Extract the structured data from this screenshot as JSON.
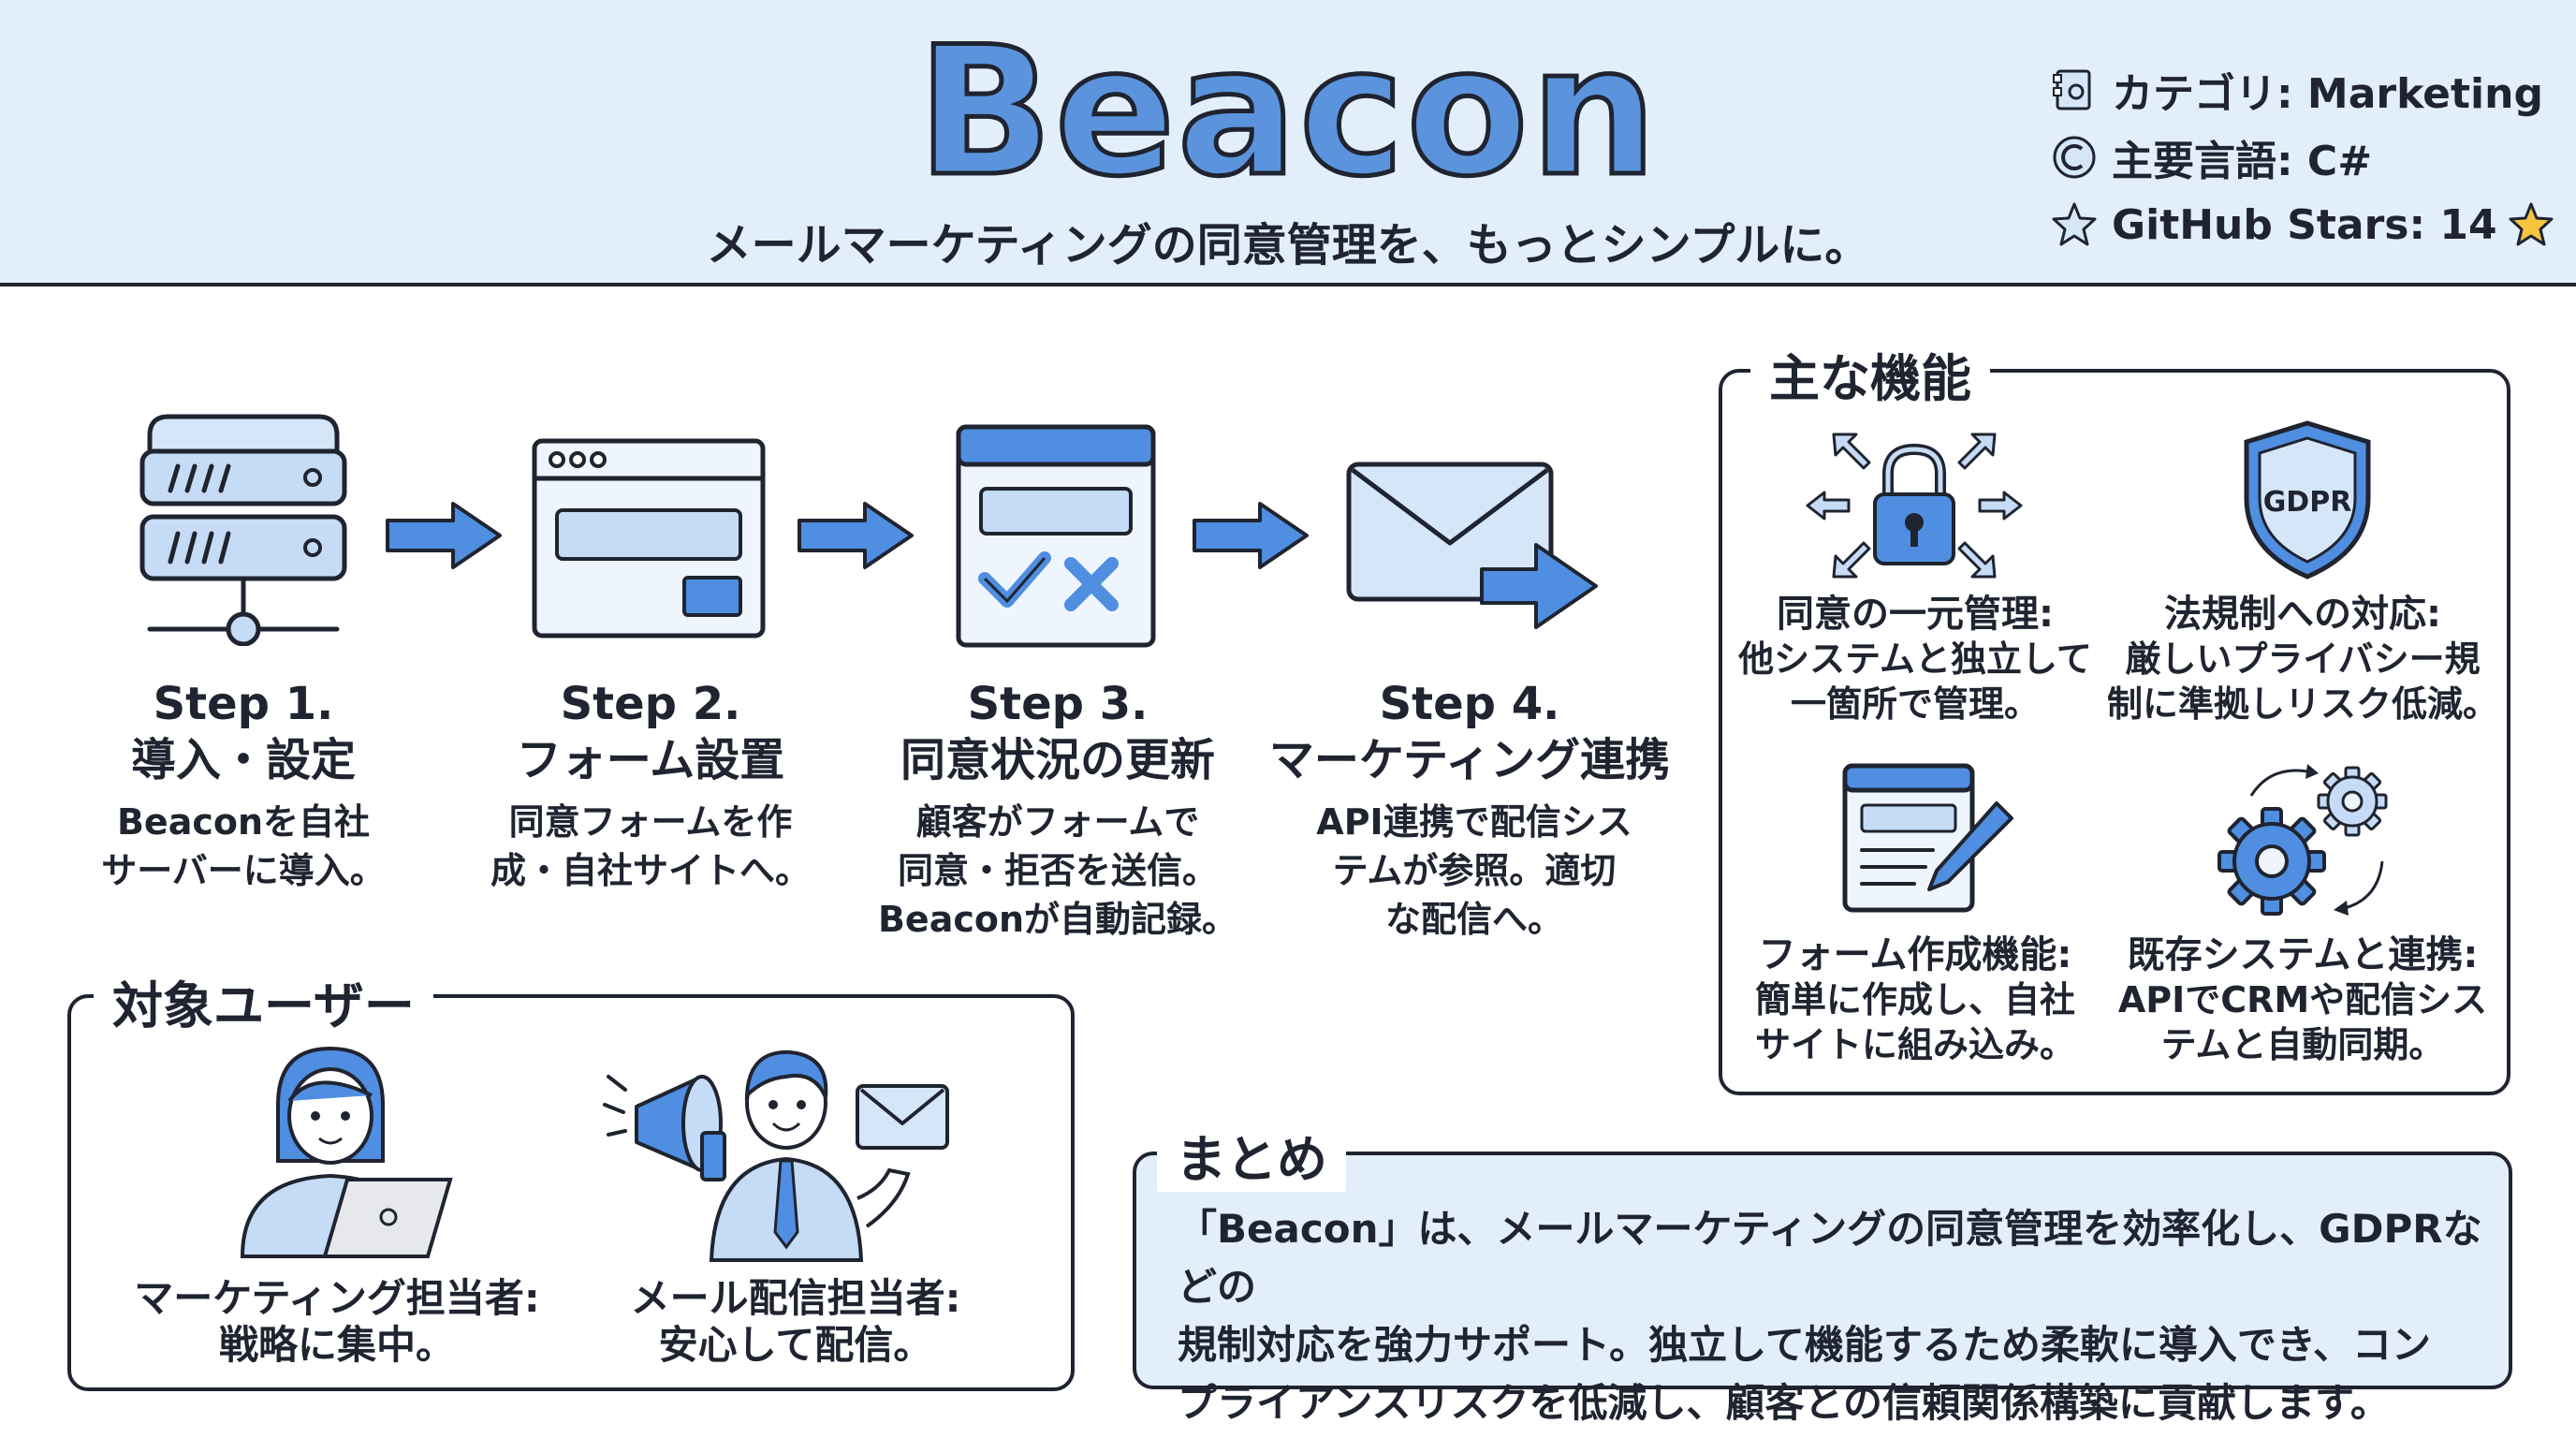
{
  "header": {
    "title": "Beacon",
    "subtitle": "メールマーケティングの同意管理を、もっとシンプルに。",
    "meta": {
      "category": "カテゴリ: Marketing",
      "language": "主要言語: C#",
      "stars": "GitHub Stars: 14"
    }
  },
  "steps": [
    {
      "label": "Step 1.",
      "name": "導入・設定",
      "desc_lines": [
        "Beaconを自社",
        "サーバーに導入。"
      ]
    },
    {
      "label": "Step 2.",
      "name": "フォーム設置",
      "desc_lines": [
        "同意フォームを作",
        "成・自社サイトへ。"
      ]
    },
    {
      "label": "Step 3.",
      "name": "同意状況の更新",
      "desc_lines": [
        "顧客がフォームで",
        "同意・拒否を送信。",
        "Beaconが自動記録。"
      ]
    },
    {
      "label": "Step 4.",
      "name": "マーケティング連携",
      "desc_lines": [
        "API連携で配信シス",
        "テムが参照。適切",
        "な配信へ。"
      ]
    }
  ],
  "features": {
    "heading": "主な機能",
    "items": [
      {
        "title": "同意の一元管理:",
        "desc_lines": [
          "他システムと独立して",
          "一箇所で管理。"
        ]
      },
      {
        "title": "法規制への対応:",
        "desc_lines": [
          "厳しいプライバシー規",
          "制に準拠しリスク低減。"
        ],
        "badge": "GDPR"
      },
      {
        "title": "フォーム作成機能:",
        "desc_lines": [
          "簡単に作成し、自社",
          "サイトに組み込み。"
        ]
      },
      {
        "title": "既存システムと連携:",
        "desc_lines": [
          "APIでCRMや配信シス",
          "テムと自動同期。"
        ]
      }
    ]
  },
  "users": {
    "heading": "対象ユーザー",
    "items": [
      {
        "title": "マーケティング担当者:",
        "desc": "戦略に集中。"
      },
      {
        "title": "メール配信担当者:",
        "desc": "安心して配信。"
      }
    ]
  },
  "summary": {
    "heading": "まとめ",
    "lines": [
      "「Beacon」は、メールマーケティングの同意管理を効率化し、GDPRなどの",
      "規制対応を強力サポート。独立して機能するため柔軟に導入でき、コン",
      "プライアンスリスクを低減し、顧客との信頼関係構築に貢献します。"
    ]
  },
  "colors": {
    "accent": "#4f8ee0",
    "accent_light": "#d6e6f9",
    "header_bg": "#e3eefb",
    "ink": "#1f2430",
    "star": "#f5c542"
  }
}
